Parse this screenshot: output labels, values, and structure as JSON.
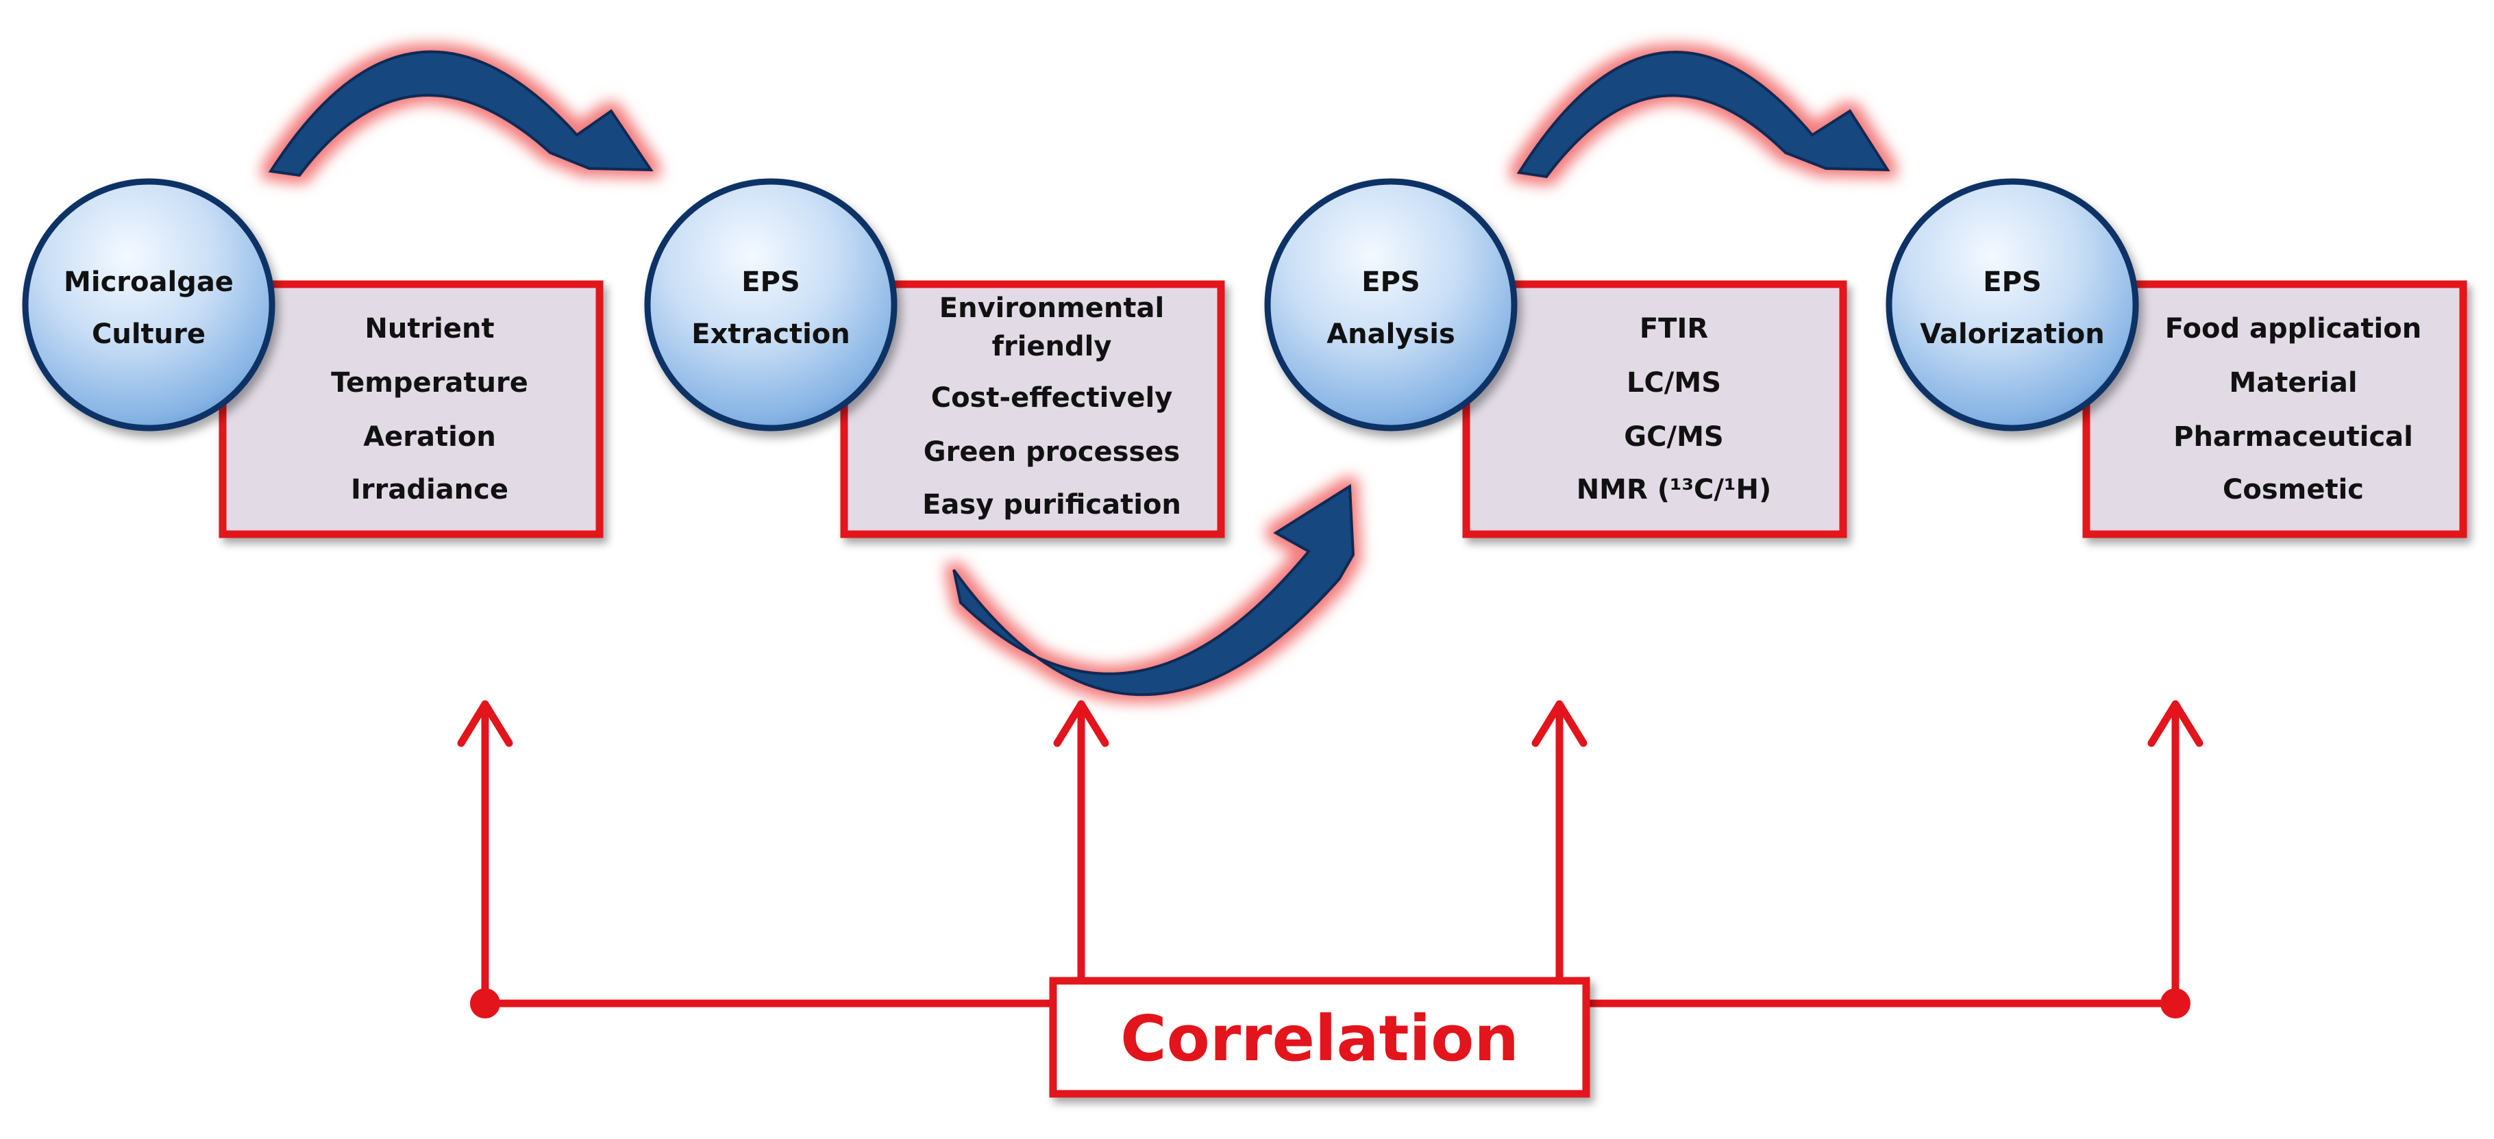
{
  "colors": {
    "box_fill": "#e2dbe6",
    "box_border": "#e3141b",
    "circle_edge": "#0c3266",
    "arrow_blue": "#12477e",
    "glow": "#f08a8a",
    "correlation_red": "#e3141b",
    "text": "#111111"
  },
  "stages": [
    {
      "circle_lines": [
        "Microalgae",
        "Culture"
      ],
      "box_items": [
        "Nutrient",
        "Temperature",
        "Aeration",
        "Irradiance"
      ]
    },
    {
      "circle_lines": [
        "EPS",
        "Extraction"
      ],
      "box_items": [
        "Environmental friendly",
        "Cost-effectively",
        "Green processes",
        "Easy purification"
      ]
    },
    {
      "circle_lines": [
        "EPS",
        "Analysis"
      ],
      "box_items": [
        "FTIR",
        "LC/MS",
        "GC/MS",
        "NMR (¹³C/¹H)"
      ]
    },
    {
      "circle_lines": [
        "EPS",
        "Valorization"
      ],
      "box_items": [
        "Food application",
        "Material",
        "Pharmaceutical",
        "Cosmetic"
      ]
    }
  ],
  "correlation_label": "Correlation"
}
